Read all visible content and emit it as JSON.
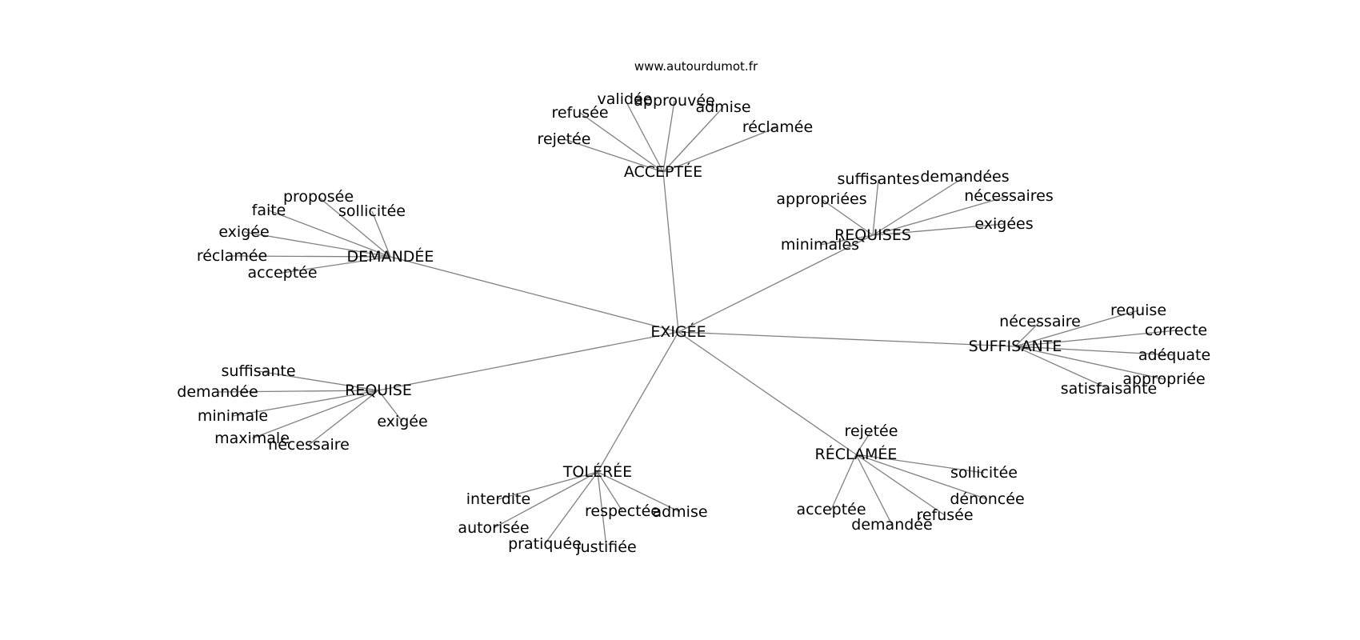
{
  "site_label": "www.autourdumot.fr",
  "colors": {
    "edge": "#808080",
    "text": "#000000",
    "background": "#ffffff"
  },
  "nodes": [
    {
      "id": "exigee",
      "label": "EXIGÉE"
    },
    {
      "id": "acceptee",
      "label": "ACCEPTÉE"
    },
    {
      "id": "a_validee",
      "label": "validée"
    },
    {
      "id": "a_approuvee",
      "label": "approuvée"
    },
    {
      "id": "a_refusee",
      "label": "refusée"
    },
    {
      "id": "a_admise",
      "label": "admise"
    },
    {
      "id": "a_rejetee",
      "label": "rejetée"
    },
    {
      "id": "a_reclamee",
      "label": "réclamée"
    },
    {
      "id": "requises",
      "label": "REQUISES"
    },
    {
      "id": "rs_suffisantes",
      "label": "suffisantes"
    },
    {
      "id": "rs_demandees",
      "label": "demandées"
    },
    {
      "id": "rs_necessaires",
      "label": "nécessaires"
    },
    {
      "id": "rs_appropriees",
      "label": "appropriées"
    },
    {
      "id": "rs_exigees",
      "label": "exigées"
    },
    {
      "id": "rs_minimales",
      "label": "minimales"
    },
    {
      "id": "demandee",
      "label": "DEMANDÉE"
    },
    {
      "id": "d_proposee",
      "label": "proposée"
    },
    {
      "id": "d_faite",
      "label": "faite"
    },
    {
      "id": "d_sollicitee",
      "label": "sollicitée"
    },
    {
      "id": "d_exigee",
      "label": "exigée"
    },
    {
      "id": "d_reclamee",
      "label": "réclamée"
    },
    {
      "id": "d_acceptee",
      "label": "acceptée"
    },
    {
      "id": "suffisante",
      "label": "SUFFISANTE"
    },
    {
      "id": "s_requise",
      "label": "requise"
    },
    {
      "id": "s_necessaire",
      "label": "nécessaire"
    },
    {
      "id": "s_correcte",
      "label": "correcte"
    },
    {
      "id": "s_adequate",
      "label": "adéquate"
    },
    {
      "id": "s_appropriee",
      "label": "appropriée"
    },
    {
      "id": "s_satisfaisante",
      "label": "satisfaisante"
    },
    {
      "id": "requise",
      "label": "REQUISE"
    },
    {
      "id": "r_suffisante",
      "label": "suffisante"
    },
    {
      "id": "r_demandee",
      "label": "demandée"
    },
    {
      "id": "r_minimale",
      "label": "minimale"
    },
    {
      "id": "r_exigee",
      "label": "exigée"
    },
    {
      "id": "r_maximale",
      "label": "maximale"
    },
    {
      "id": "r_necessaire",
      "label": "nécessaire"
    },
    {
      "id": "reclamee",
      "label": "RÉCLAMÉE"
    },
    {
      "id": "rc_rejetee",
      "label": "rejetée"
    },
    {
      "id": "rc_sollicitee",
      "label": "sollicitée"
    },
    {
      "id": "rc_denoncee",
      "label": "dénoncée"
    },
    {
      "id": "rc_acceptee",
      "label": "acceptée"
    },
    {
      "id": "rc_refusee",
      "label": "refusée"
    },
    {
      "id": "rc_demandee",
      "label": "demandée"
    },
    {
      "id": "toleree",
      "label": "TOLÉRÉE"
    },
    {
      "id": "t_interdite",
      "label": "interdite"
    },
    {
      "id": "t_respectee",
      "label": "respectée"
    },
    {
      "id": "t_admise",
      "label": "admise"
    },
    {
      "id": "t_autorisee",
      "label": "autorisée"
    },
    {
      "id": "t_pratiquee",
      "label": "pratiquée"
    },
    {
      "id": "t_justifiee",
      "label": "justifiée"
    }
  ],
  "edges": [
    [
      "exigee",
      "acceptee"
    ],
    [
      "exigee",
      "requises"
    ],
    [
      "exigee",
      "demandee"
    ],
    [
      "exigee",
      "suffisante"
    ],
    [
      "exigee",
      "requise"
    ],
    [
      "exigee",
      "reclamee"
    ],
    [
      "exigee",
      "toleree"
    ],
    [
      "acceptee",
      "a_validee"
    ],
    [
      "acceptee",
      "a_approuvee"
    ],
    [
      "acceptee",
      "a_refusee"
    ],
    [
      "acceptee",
      "a_admise"
    ],
    [
      "acceptee",
      "a_rejetee"
    ],
    [
      "acceptee",
      "a_reclamee"
    ],
    [
      "requises",
      "rs_suffisantes"
    ],
    [
      "requises",
      "rs_demandees"
    ],
    [
      "requises",
      "rs_necessaires"
    ],
    [
      "requises",
      "rs_appropriees"
    ],
    [
      "requises",
      "rs_exigees"
    ],
    [
      "requises",
      "rs_minimales"
    ],
    [
      "demandee",
      "d_proposee"
    ],
    [
      "demandee",
      "d_faite"
    ],
    [
      "demandee",
      "d_sollicitee"
    ],
    [
      "demandee",
      "d_exigee"
    ],
    [
      "demandee",
      "d_reclamee"
    ],
    [
      "demandee",
      "d_acceptee"
    ],
    [
      "suffisante",
      "s_requise"
    ],
    [
      "suffisante",
      "s_necessaire"
    ],
    [
      "suffisante",
      "s_correcte"
    ],
    [
      "suffisante",
      "s_adequate"
    ],
    [
      "suffisante",
      "s_appropriee"
    ],
    [
      "suffisante",
      "s_satisfaisante"
    ],
    [
      "requise",
      "r_suffisante"
    ],
    [
      "requise",
      "r_demandee"
    ],
    [
      "requise",
      "r_minimale"
    ],
    [
      "requise",
      "r_exigee"
    ],
    [
      "requise",
      "r_maximale"
    ],
    [
      "requise",
      "r_necessaire"
    ],
    [
      "reclamee",
      "rc_rejetee"
    ],
    [
      "reclamee",
      "rc_sollicitee"
    ],
    [
      "reclamee",
      "rc_denoncee"
    ],
    [
      "reclamee",
      "rc_acceptee"
    ],
    [
      "reclamee",
      "rc_refusee"
    ],
    [
      "reclamee",
      "rc_demandee"
    ],
    [
      "toleree",
      "t_interdite"
    ],
    [
      "toleree",
      "t_respectee"
    ],
    [
      "toleree",
      "t_admise"
    ],
    [
      "toleree",
      "t_autorisee"
    ],
    [
      "toleree",
      "t_pratiquee"
    ],
    [
      "toleree",
      "t_justifiee"
    ]
  ]
}
